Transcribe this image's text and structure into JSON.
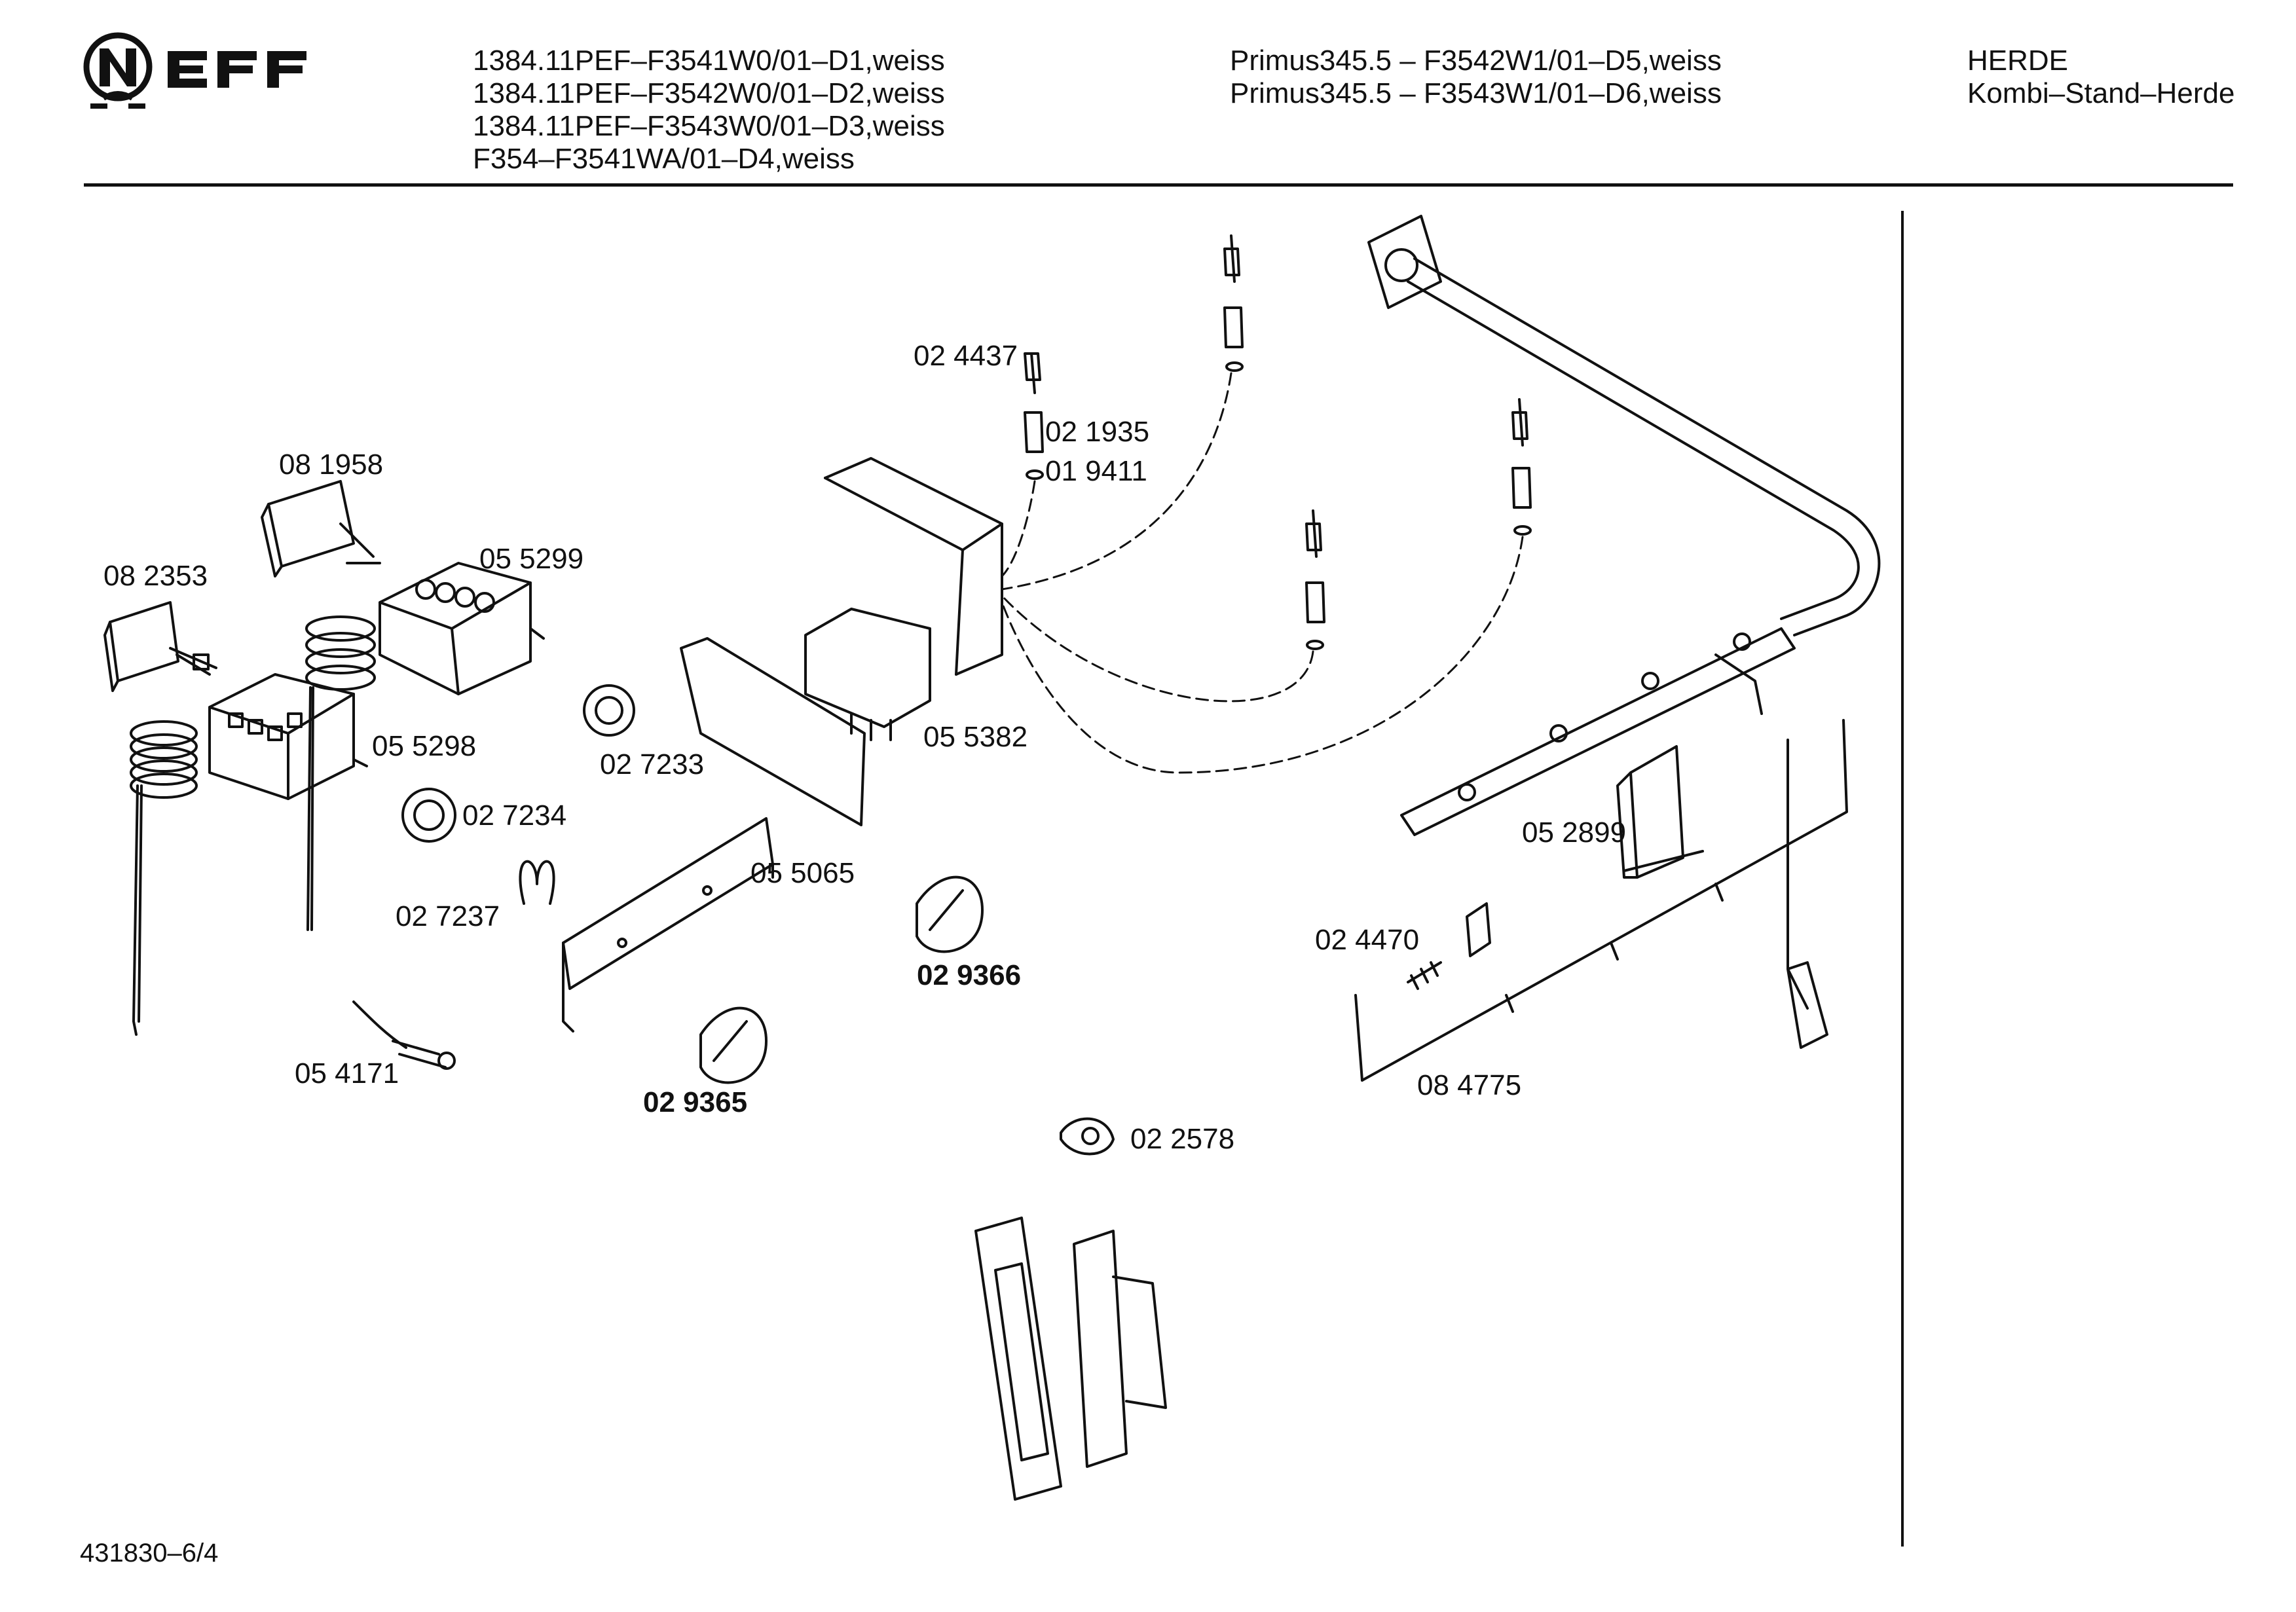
{
  "brand": {
    "name": "NEFF"
  },
  "header": {
    "models_left": [
      "1384.11PEF–F3541W0/01–D1,weiss",
      "1384.11PEF–F3542W0/01–D2,weiss",
      "1384.11PEF–F3543W0/01–D3,weiss",
      "F354–F3541WA/01–D4,weiss"
    ],
    "models_right": [
      "Primus345.5 – F3542W1/01–D5,weiss",
      "Primus345.5 – F3543W1/01–D6,weiss"
    ],
    "category": [
      "HERDE",
      "Kombi–Stand–Herde"
    ]
  },
  "parts": [
    {
      "id": "024437",
      "label": "02 4437",
      "bold": false
    },
    {
      "id": "021935",
      "label": "02 1935",
      "bold": false
    },
    {
      "id": "019411",
      "label": "01 9411",
      "bold": false
    },
    {
      "id": "081958",
      "label": "08 1958",
      "bold": false
    },
    {
      "id": "055299",
      "label": "05 5299",
      "bold": false
    },
    {
      "id": "082353",
      "label": "08 2353",
      "bold": false
    },
    {
      "id": "055298",
      "label": "05 5298",
      "bold": false
    },
    {
      "id": "027233",
      "label": "02 7233",
      "bold": false
    },
    {
      "id": "055382",
      "label": "05 5382",
      "bold": false
    },
    {
      "id": "027234",
      "label": "02 7234",
      "bold": false
    },
    {
      "id": "055065",
      "label": "05 5065",
      "bold": false
    },
    {
      "id": "027237",
      "label": "02 7237",
      "bold": false
    },
    {
      "id": "029366",
      "label": "02 9366",
      "bold": true
    },
    {
      "id": "054171",
      "label": "05 4171",
      "bold": false
    },
    {
      "id": "029365",
      "label": "02 9365",
      "bold": true
    },
    {
      "id": "022578",
      "label": "02 2578",
      "bold": false
    },
    {
      "id": "052899",
      "label": "05 2899",
      "bold": false
    },
    {
      "id": "024470",
      "label": "02 4470",
      "bold": false
    },
    {
      "id": "084775",
      "label": "08 4775",
      "bold": false
    }
  ],
  "footer": {
    "doc_number": "431830–6/4"
  }
}
